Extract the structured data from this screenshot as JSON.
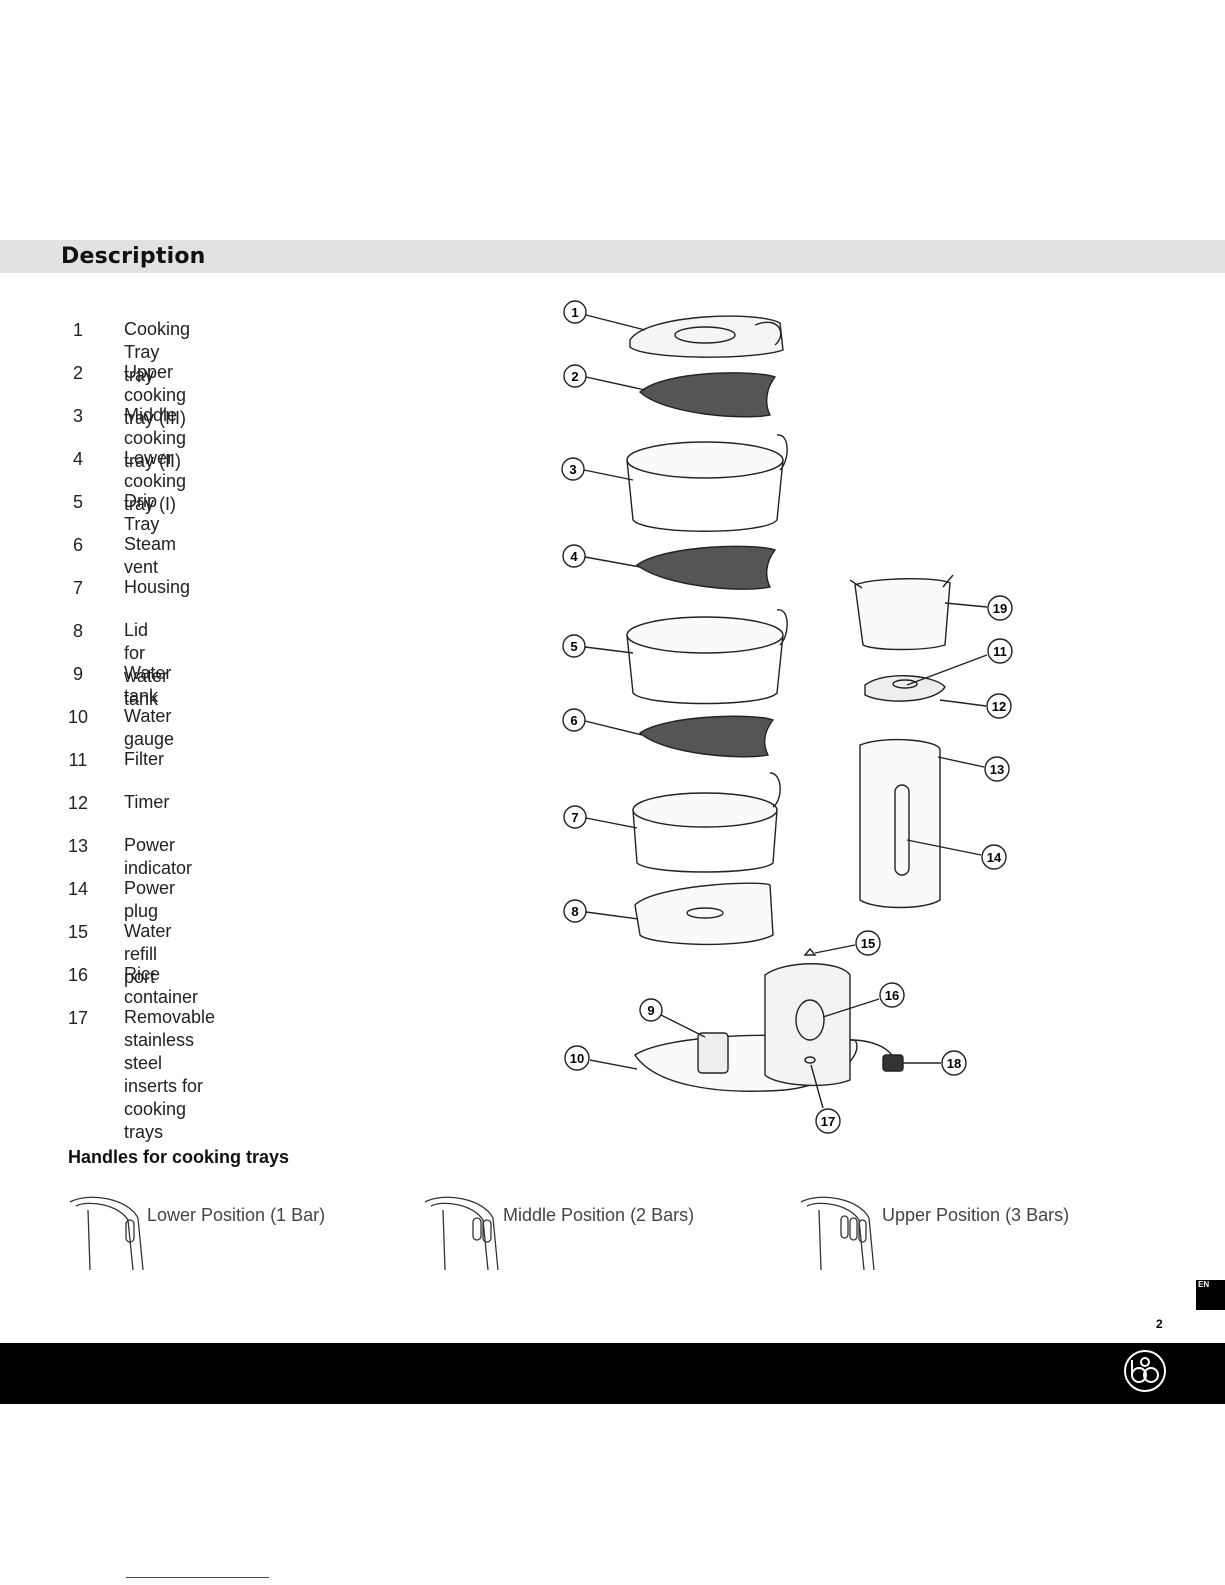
{
  "header": {
    "title": "Description"
  },
  "parts": [
    {
      "num": "1",
      "label": "Cooking Tray tray"
    },
    {
      "num": "2",
      "label": "Upper cooking tray (III)"
    },
    {
      "num": "3",
      "label": "Middle cooking tray (II)"
    },
    {
      "num": "4",
      "label": "Lower cooking tray (I)"
    },
    {
      "num": "5",
      "label": "Drip Tray"
    },
    {
      "num": "6",
      "label": "Steam vent"
    },
    {
      "num": "7",
      "label": "Housing"
    },
    {
      "num": "8",
      "label": "Lid for water tank"
    },
    {
      "num": "9",
      "label": "Water tank"
    },
    {
      "num": "10",
      "label": "Water gauge"
    },
    {
      "num": "11",
      "label": "Filter"
    },
    {
      "num": "12",
      "label": "Timer"
    },
    {
      "num": "13",
      "label": "Power indicator"
    },
    {
      "num": "14",
      "label": "Power plug"
    },
    {
      "num": "15",
      "label": "Water refill port"
    },
    {
      "num": "16",
      "label": "Rice container"
    },
    {
      "num": "17",
      "label": "Removable stainless steel inserts for\ncooking trays"
    }
  ],
  "diagram_callouts": [
    "1",
    "2",
    "3",
    "4",
    "5",
    "6",
    "7",
    "8",
    "9",
    "10",
    "11",
    "12",
    "13",
    "14",
    "15",
    "16",
    "17",
    "18",
    "19"
  ],
  "handles": {
    "title": "Handles for cooking trays",
    "positions": [
      {
        "label": "Lower Position (1 Bar)",
        "bars": 1
      },
      {
        "label": "Middle Position (2 Bars)",
        "bars": 2
      },
      {
        "label": "Upper Position (3 Bars)",
        "bars": 3
      }
    ]
  },
  "footer": {
    "language": "EN",
    "page_number": "2"
  },
  "colors": {
    "header_band": "#e2e3e1",
    "footer_bar": "#000000",
    "text": "#222222"
  }
}
